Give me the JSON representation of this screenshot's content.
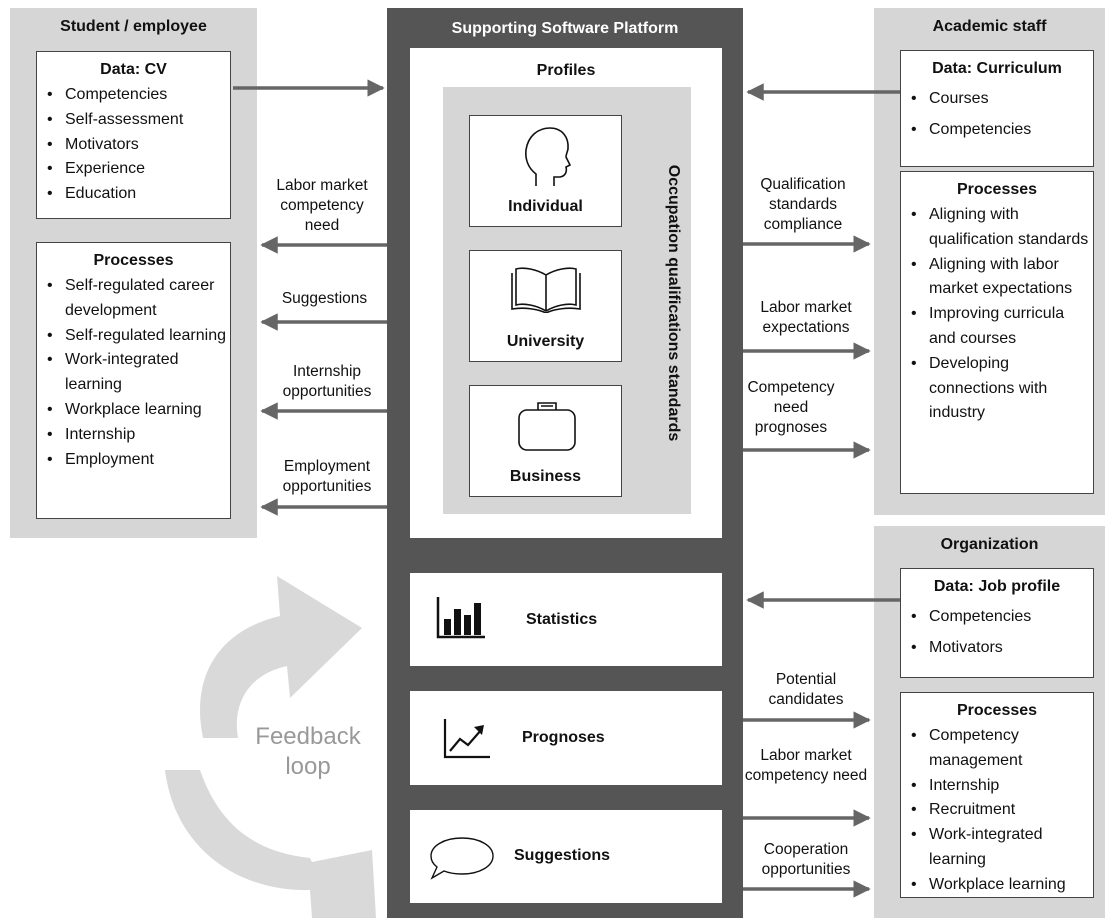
{
  "student": {
    "title": "Student / employee",
    "cv": {
      "title": "Data: CV",
      "items": [
        "Competencies",
        "Self-assessment",
        "Motivators",
        "Experience",
        "Education"
      ]
    },
    "processes": {
      "title": "Processes",
      "items": [
        "Self-regulated career development",
        "Self-regulated learning",
        "Work-integrated learning",
        "Workplace learning",
        "Internship",
        "Employment"
      ]
    }
  },
  "platform": {
    "title": "Supporting Software Platform",
    "profiles_title": "Profiles",
    "standards_label": "Occupation qualifications standards",
    "profiles": [
      "Individual",
      "University",
      "Business"
    ],
    "tools": [
      "Statistics",
      "Prognoses",
      "Suggestions"
    ]
  },
  "left_flows": [
    "Labor market competency need",
    "Suggestions",
    "Internship opportunities",
    "Employment opportunities"
  ],
  "academic": {
    "title": "Academic staff",
    "curriculum": {
      "title": "Data: Curriculum",
      "items": [
        "Courses",
        "Competencies"
      ]
    },
    "processes": {
      "title": "Processes",
      "items": [
        "Aligning with qualification standards",
        "Aligning with labor market expectations",
        "Improving curricula and courses",
        "Developing connections with industry"
      ]
    }
  },
  "academic_flows": [
    "Qualification standards compliance",
    "Labor market expectations",
    "Competency need prognoses"
  ],
  "organization": {
    "title": "Organization",
    "job_profile": {
      "title": "Data: Job profile",
      "items": [
        "Competencies",
        "Motivators"
      ]
    },
    "processes": {
      "title": "Processes",
      "items": [
        "Competency management",
        "Internship",
        "Recruitment",
        "Work-integrated learning",
        "Workplace learning"
      ]
    }
  },
  "org_flows": [
    "Potential candidates",
    "Labor market competency need",
    "Cooperation opportunities"
  ],
  "feedback": {
    "line1": "Feedback",
    "line2": "loop"
  },
  "colors": {
    "panel": "#d6d6d6",
    "platform": "#555555",
    "arrow": "#666666",
    "feedback_arrow": "#d9d9d9",
    "feedback_text": "#999999"
  }
}
